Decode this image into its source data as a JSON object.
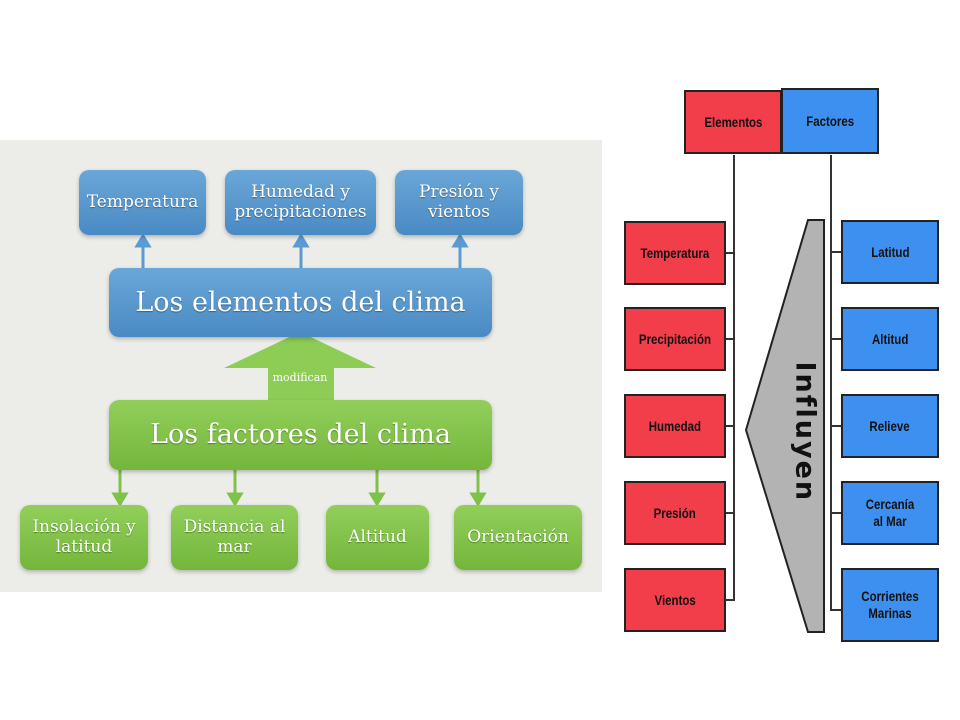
{
  "left": {
    "elements_top": [
      "Temperatura",
      "Humedad y precipitaciones",
      "Presión y vientos"
    ],
    "main_elements": "Los elementos del clima",
    "arrow_label": "modifican",
    "main_factors": "Los factores del clima",
    "factors_bottom": [
      "Insolación y latitud",
      "Distancia al mar",
      "Altitud",
      "Orientación"
    ],
    "colors": {
      "blue": "#5b9bd5",
      "green": "#7fc24a",
      "background": "#ecece8"
    }
  },
  "right": {
    "header": {
      "elements": "Elementos",
      "factors": "Factores"
    },
    "elements": [
      "Temperatura",
      "Precipitación",
      "Humedad",
      "Presión",
      "Vientos"
    ],
    "factors": [
      "Latitud",
      "Altitud",
      "Relieve",
      "Cercanía al Mar",
      "Corrientes Marinas"
    ],
    "center_label": "Influyen",
    "colors": {
      "red": "#f23d4a",
      "blue": "#3d8ff0",
      "arrow": "#b3b3b3"
    }
  }
}
